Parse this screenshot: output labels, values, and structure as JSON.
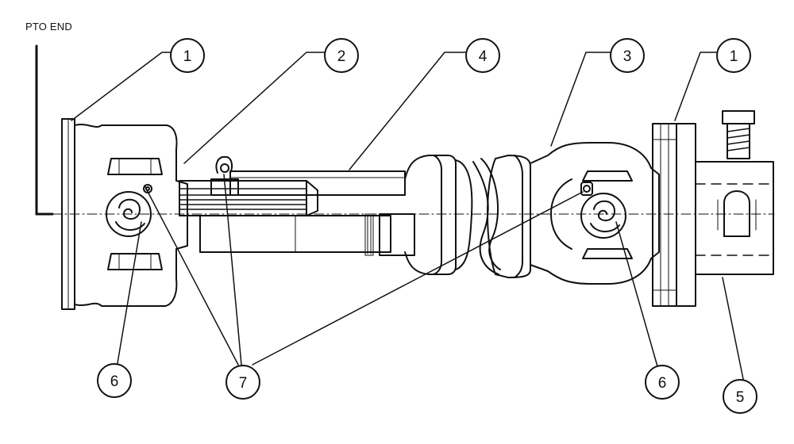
{
  "labels": {
    "end_label": "PTO END"
  },
  "callouts": [
    {
      "id": "yoke-left",
      "number": "1"
    },
    {
      "id": "grease-fitting-tube",
      "number": "2"
    },
    {
      "id": "shaft-tube",
      "number": "4"
    },
    {
      "id": "cv-yoke",
      "number": "3"
    },
    {
      "id": "yoke-right",
      "number": "1"
    },
    {
      "id": "clutch",
      "number": "5"
    },
    {
      "id": "cross-left",
      "number": "6"
    },
    {
      "id": "grease-fittings",
      "number": "7"
    },
    {
      "id": "cross-right",
      "number": "6"
    }
  ],
  "colors": {
    "ink": "#111111",
    "paper": "#ffffff"
  }
}
